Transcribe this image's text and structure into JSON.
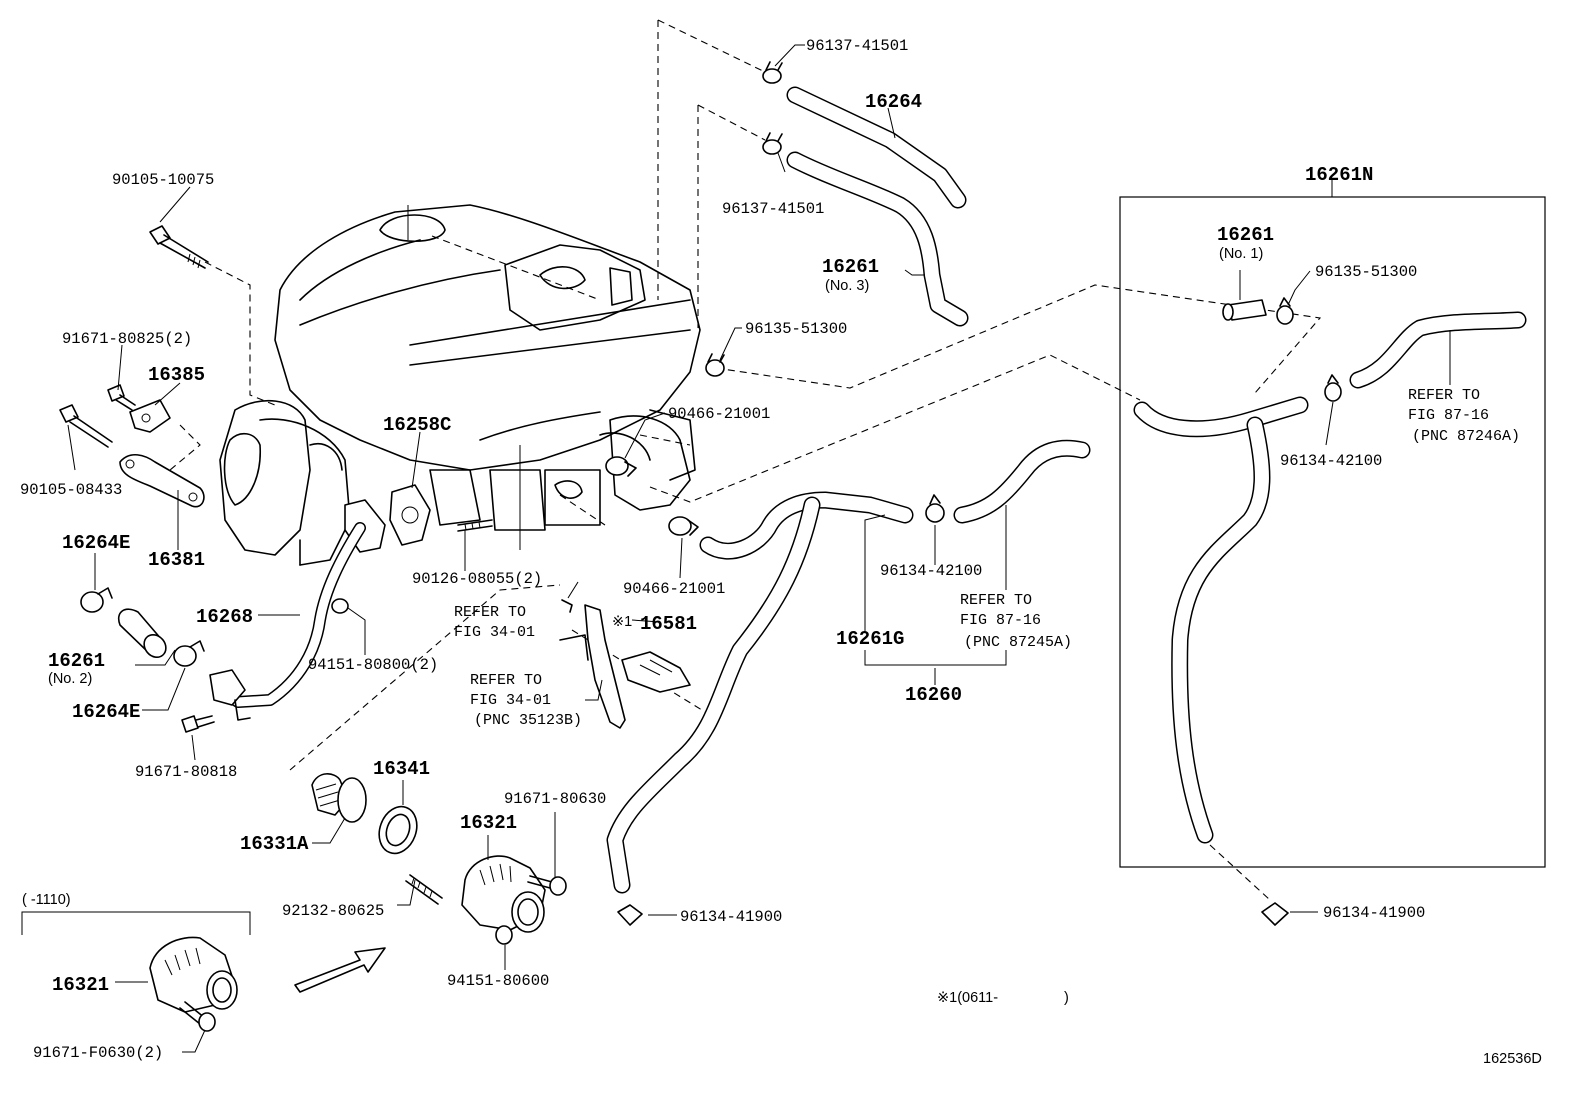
{
  "callouts": {
    "c96137_41501_a": "96137-41501",
    "c16264": "16264",
    "c96137_41501_b": "96137-41501",
    "c16261N": "16261N",
    "c16261_no1": "16261",
    "c16261_no1_sub": "(No. 1)",
    "c96135_51300_r": "96135-51300",
    "c90105_10075": "90105-10075",
    "c16261_no3": "16261",
    "c16261_no3_sub": "(No. 3)",
    "c96135_51300_m": "96135-51300",
    "c91671_80825": "91671-80825(2)",
    "c16385": "16385",
    "c90466_21001_a": "90466-21001",
    "c16258C": "16258C",
    "c90105_08433": "90105-08433",
    "c16381": "16381",
    "c16264E_a": "16264E",
    "c90126_08055": "90126-08055(2)",
    "c90466_21001_b": "90466-21001",
    "c96134_42100_m": "96134-42100",
    "c96134_42100_r": "96134-42100",
    "c16268": "16268",
    "c16581": "16581",
    "c16261_no2": "16261",
    "c16261_no2_sub": "(No. 2)",
    "c94151_80800": "94151-80800(2)",
    "c16264E_b": "16264E",
    "c16261G": "16261G",
    "c16260": "16260",
    "c91671_80818": "91671-80818",
    "c16341": "16341",
    "c91671_80630": "91671-80630",
    "c16331A": "16331A",
    "c16321_main": "16321",
    "c92132_80625": "92132-80625",
    "c96134_41900_m": "96134-41900",
    "c96134_41900_r": "96134-41900",
    "c16321_inset": "16321",
    "c94151_80600": "94151-80600",
    "c91671_F0630": "91671-F0630(2)"
  },
  "references": {
    "ref_34_01_a_l1": "REFER TO",
    "ref_34_01_a_l2": "FIG 34-01",
    "ref_34_01_b_l1": "REFER TO",
    "ref_34_01_b_l2": "FIG 34-01",
    "ref_34_01_b_l3": "(PNC 35123B)",
    "ref_87_16_a_l1": "REFER TO",
    "ref_87_16_a_l2": "FIG 87-16",
    "ref_87_16_a_l3": "(PNC 87245A)",
    "ref_87_16_b_l1": "REFER TO",
    "ref_87_16_b_l2": "FIG 87-16",
    "ref_87_16_b_l3": "(PNC 87246A)"
  },
  "notes": {
    "mark_16581": "※1",
    "footnote": "※1(0611-",
    "footnote_close": ")",
    "inset_range": "(    -1110)",
    "figure_id": "162536D"
  }
}
